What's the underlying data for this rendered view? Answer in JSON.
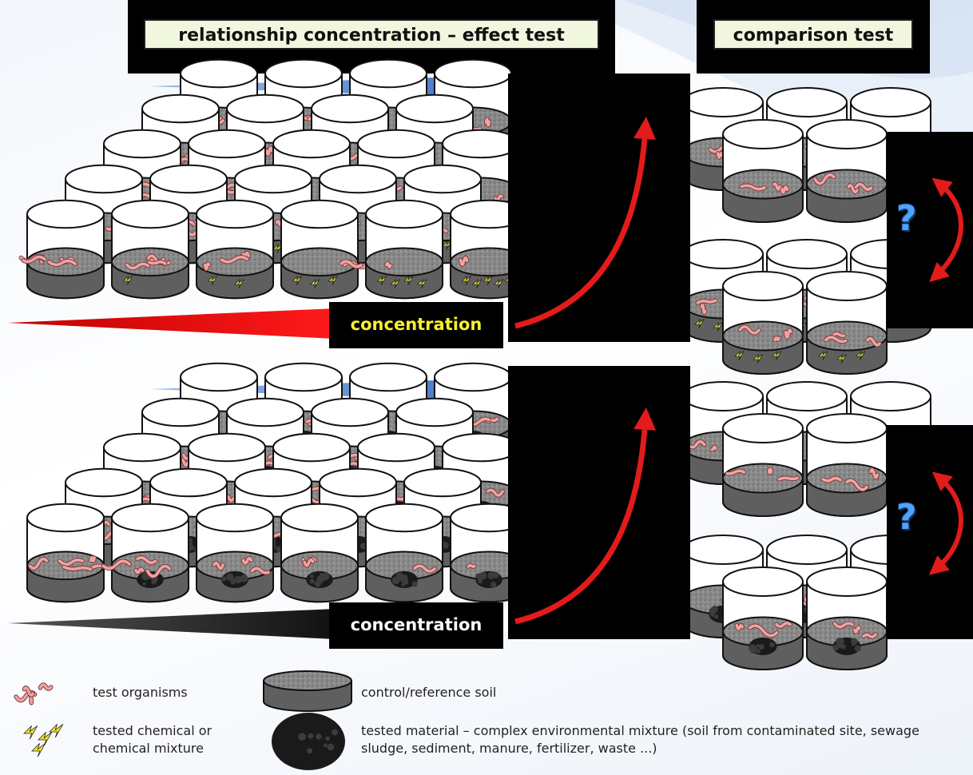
{
  "titles": {
    "effect_test": "relationship concentration – effect test",
    "comparison_test": "comparison test"
  },
  "concentration_labels": {
    "top": "concentration",
    "bottom": "concentration"
  },
  "question_marks": [
    "?",
    "?"
  ],
  "legend": {
    "organisms": "test organisms",
    "chemical": "tested chemical or chemical mixture",
    "control_soil": "control/reference soil",
    "tested_material": "tested material – complex environmental mixture (soil from contaminated site, sewage sludge, sediment, manure, fertilizer, waste ...)"
  },
  "colors": {
    "blue_wedge": "#4a7fd0",
    "red_wedge": "#e01010",
    "black_wedge": "#222222",
    "red_arrow": "#e21b1b",
    "soil_gray": "#8a8a8a",
    "worm_pink": "#f0a3a3",
    "bolt_yellow": "#f5e52a",
    "title_bg": "#f1f7de"
  }
}
